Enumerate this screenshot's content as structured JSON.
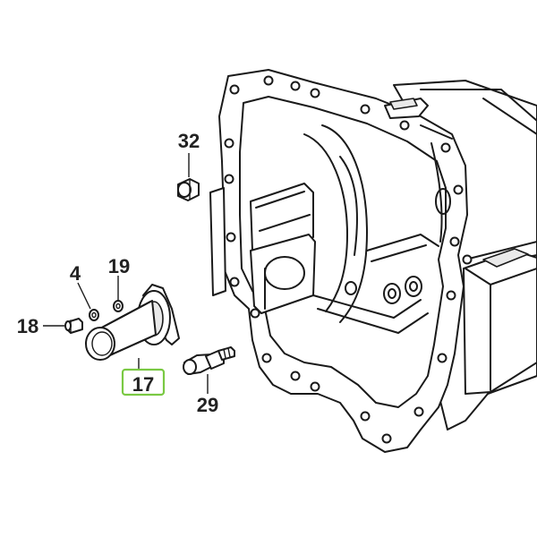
{
  "diagram": {
    "highlight_color": "#7ac943",
    "highlighted_part": "17",
    "parts": [
      {
        "id": "32",
        "label": "32"
      },
      {
        "id": "4",
        "label": "4"
      },
      {
        "id": "19",
        "label": "19"
      },
      {
        "id": "18",
        "label": "18"
      },
      {
        "id": "17",
        "label": "17"
      },
      {
        "id": "29",
        "label": "29"
      }
    ]
  }
}
